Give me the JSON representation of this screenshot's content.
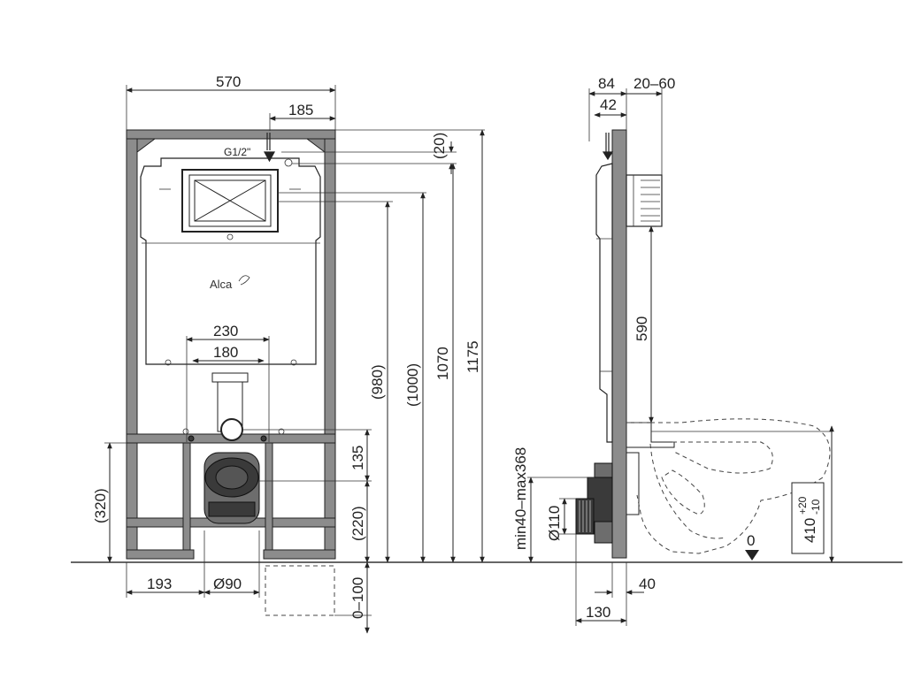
{
  "front_view": {
    "brand": "Alca",
    "thread": "G1/2\"",
    "dims": {
      "width_total": "570",
      "offset_right": "185",
      "outlet_spacing_outer": "230",
      "outlet_spacing_inner": "180",
      "left_offset": "193",
      "pipe_diameter": "Ø90",
      "top_gap": "(20)",
      "h_980": "(980)",
      "h_1000": "(1000)",
      "h_1070": "1070",
      "h_1175": "1175",
      "h_135": "135",
      "h_220": "(220)",
      "h_320": "(320)",
      "floor_adjust": "0–100"
    }
  },
  "side_view": {
    "dims": {
      "depth_84": "84",
      "depth_20_60": "20–60",
      "depth_42": "42",
      "h_590": "590",
      "drain_range": "min40–max368",
      "drain_diameter": "Ø110",
      "floor_zero": "0",
      "bowl_height_main": "410",
      "bowl_height_plus": "+20",
      "bowl_height_minus": "-10",
      "depth_40": "40",
      "depth_130": "130"
    }
  },
  "colors": {
    "frame": "#8c8c8c",
    "line": "#222222",
    "background": "#ffffff"
  }
}
